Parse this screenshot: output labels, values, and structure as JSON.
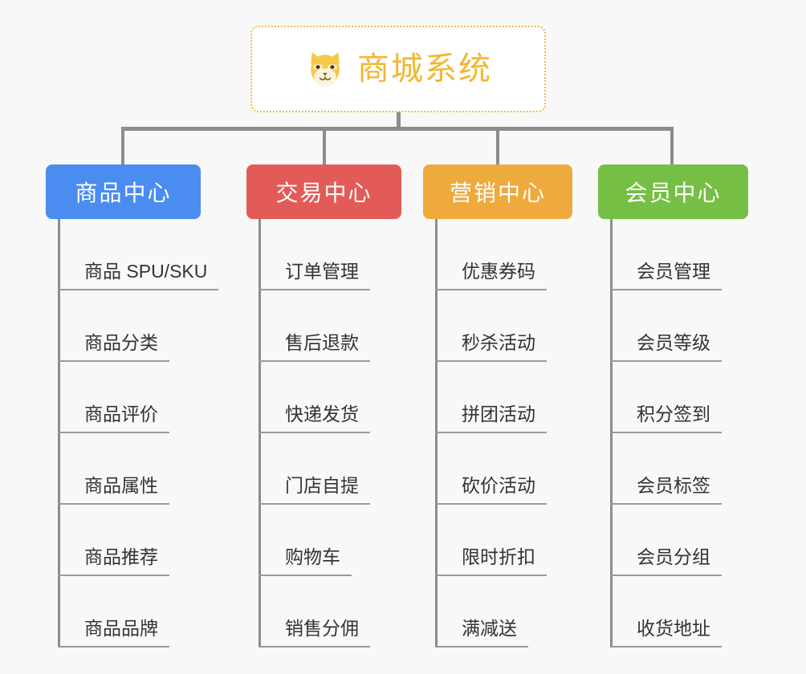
{
  "background_color": "#f8f8f8",
  "root": {
    "icon": "shiba-dog-face-icon",
    "title": "商城系统",
    "title_color": "#f2b632",
    "border_color": "#f0bb4a",
    "border_style": "dotted"
  },
  "columns": [
    {
      "id": "product-center",
      "header": "商品中心",
      "color": "#4a8cf0",
      "items": [
        "商品 SPU/SKU",
        "商品分类",
        "商品评价",
        "商品属性",
        "商品推荐",
        "商品品牌"
      ]
    },
    {
      "id": "trade-center",
      "header": "交易中心",
      "color": "#e35b58",
      "items": [
        "订单管理",
        "售后退款",
        "快递发货",
        "门店自提",
        "购物车",
        "销售分佣"
      ]
    },
    {
      "id": "marketing-center",
      "header": "营销中心",
      "color": "#eeaa3c",
      "items": [
        "优惠券码",
        "秒杀活动",
        "拼团活动",
        "砍价活动",
        "限时折扣",
        "满减送"
      ]
    },
    {
      "id": "member-center",
      "header": "会员中心",
      "color": "#75c044",
      "items": [
        "会员管理",
        "会员等级",
        "积分签到",
        "会员标签",
        "会员分组",
        "收货地址"
      ]
    }
  ],
  "connector_color": "#8c8c8c",
  "leaf_text_color": "#333333",
  "leaf_rule_color": "#9a9a9a"
}
